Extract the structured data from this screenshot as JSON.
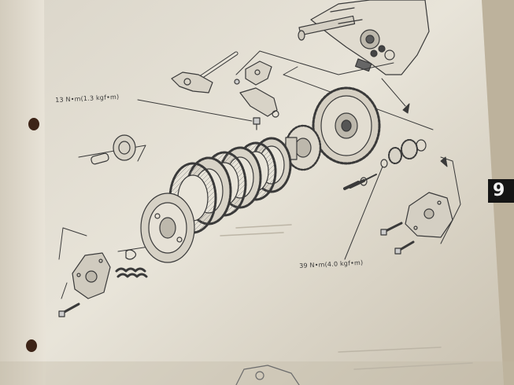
{
  "annotations": {
    "torque_top": "13 N•m(1.3 kgf•m)",
    "torque_bottom": "39 N•m(4.0 kgf•m)"
  },
  "section_tab": "9",
  "colors": {
    "paper": "#e7e2d6",
    "background": "#d9d2c2",
    "line_art": "#3a3a3a",
    "tab": "#151515",
    "binder_hole": "#3d2417"
  }
}
